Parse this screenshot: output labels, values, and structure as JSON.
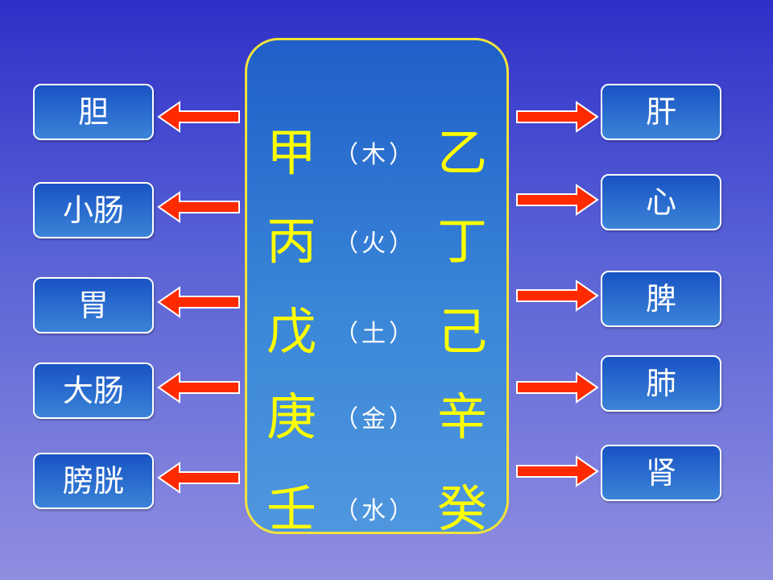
{
  "rows": [
    {
      "yang": "甲",
      "element": "（木）",
      "yin": "乙",
      "fu": "胆",
      "zang": "肝"
    },
    {
      "yang": "丙",
      "element": "（火）",
      "yin": "丁",
      "fu": "小肠",
      "zang": "心"
    },
    {
      "yang": "戊",
      "element": "（土）",
      "yin": "己",
      "fu": "胃",
      "zang": "脾"
    },
    {
      "yang": "庚",
      "element": "（金）",
      "yin": "辛",
      "fu": "大肠",
      "zang": "肺"
    },
    {
      "yang": "壬",
      "element": "（水）",
      "yin": "癸",
      "fu": "膀胱",
      "zang": "肾"
    }
  ],
  "colors": {
    "stem": "#ffff00",
    "arrow_fill": "#ff2a00",
    "arrow_stroke": "#ffffff",
    "panel_border": "#f2e33a"
  }
}
